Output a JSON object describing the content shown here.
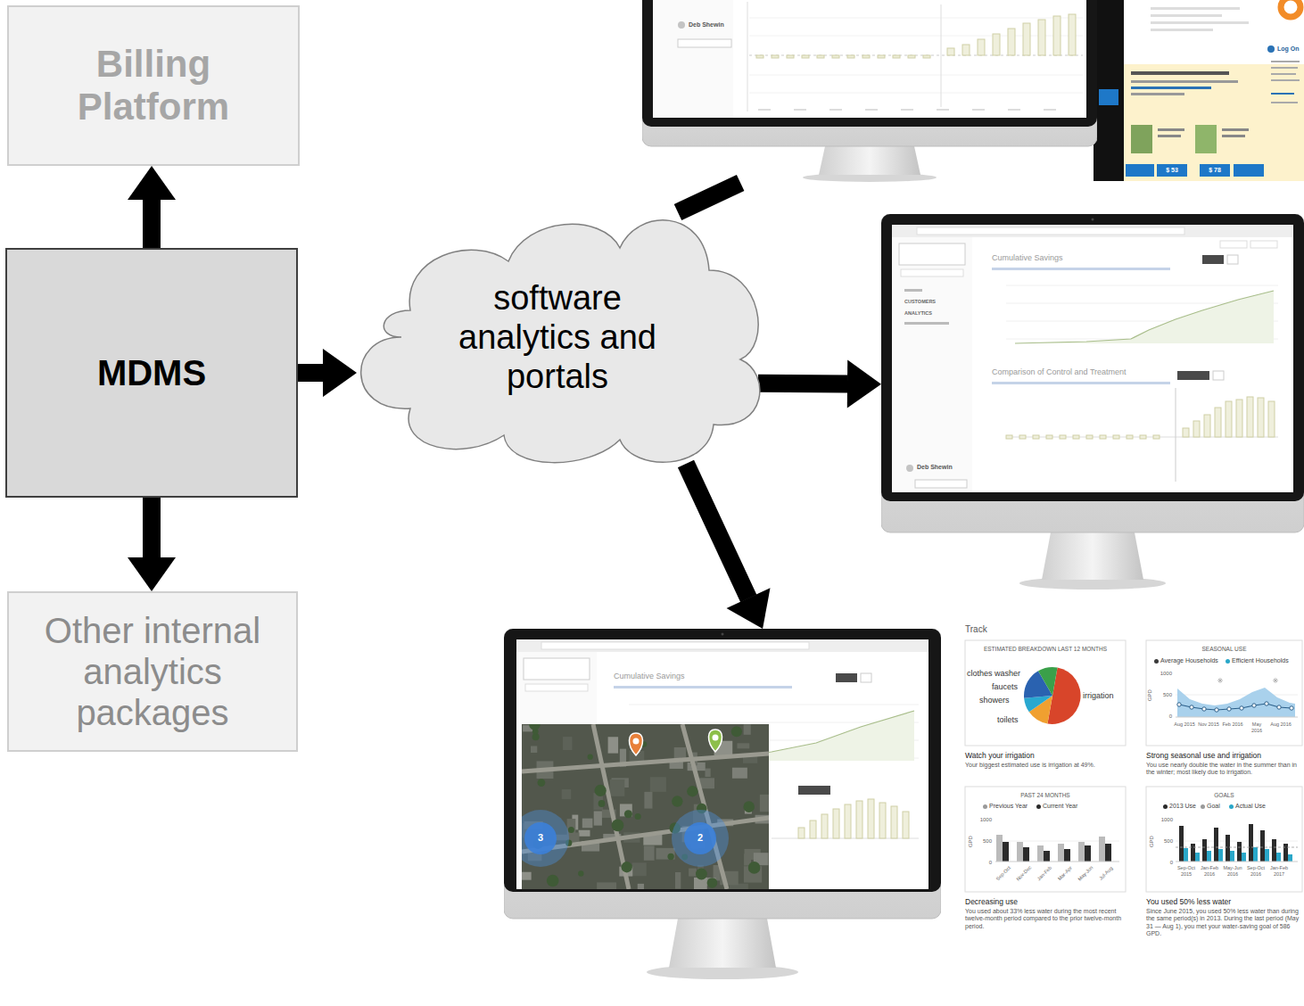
{
  "diagram": {
    "nodes": [
      {
        "text": [
          "Billing Platform"
        ]
      },
      {
        "text": [
          "MDMS"
        ]
      },
      {
        "text": [
          "Other internal analytics packages"
        ]
      },
      {
        "text": [
          "software analytics and portals"
        ]
      },
      {
        "text": [
          "Deb Shewin"
        ]
      },
      {
        "text": [
          "Cumulative Savings",
          "Comparison of Control and Treatment",
          "Deb Shewin"
        ]
      },
      {
        "text": [
          "Cumulative Savings"
        ]
      }
    ],
    "edges": [
      {
        "from": 1,
        "to": 0,
        "arrow": "to"
      },
      {
        "from": 1,
        "to": 2,
        "arrow": "to"
      },
      {
        "from": 1,
        "to": 3,
        "arrow": "to"
      },
      {
        "from": 3,
        "to": 4,
        "arrow": "none"
      },
      {
        "from": 3,
        "to": 5,
        "arrow": "to"
      },
      {
        "from": 3,
        "to": 6,
        "arrow": "to"
      }
    ],
    "labels": [
      "CUSTOMERS",
      "ANALYTICS",
      "Log On",
      "$ 53",
      "$ 78",
      "3",
      "2",
      "Track",
      "ESTIMATED BREAKDOWN LAST 12 MONTHS",
      "clothes washer",
      "faucets",
      "showers",
      "toilets",
      "irrigation",
      "Watch your irrigation",
      "Your biggest estimated use is irrigation at 49%.",
      "SEASONAL USE",
      "1000",
      "500",
      "0",
      "GPD",
      "Aug 2015",
      "Nov 2015",
      "Feb 2016",
      "May 2016",
      "Aug 2016",
      "Strong seasonal use and irrigation",
      "You use nearly double the water in the summer than in the winter; most likely due to irrigation.",
      "PAST 24 MONTHS",
      "1000",
      "500",
      "0",
      "GPD",
      "Sep-Oct",
      "Nov-Dec",
      "Jan-Feb",
      "Mar-Apr",
      "May-Jun",
      "Jul-Aug",
      "Decreasing use",
      "You used about 33% less water during the most recent twelve-month period compared to the prior twelve-month period.",
      "GOALS",
      "1000",
      "500",
      "0",
      "GPD",
      "Sep-Oct 2015",
      "Jan-Feb 2016",
      "May-Jun 2016",
      "Sep-Oct 2016",
      "Jan-Feb 2017",
      "You used 50% less water",
      "Since June 2015, you used 50% less water than during the same period(s) in 2013. During the last period (May 31 — Aug 1), you met your water-saving goal of 586 GPD."
    ],
    "legend": [
      {
        "text": "Average Households",
        "color": "#3a3a3a"
      },
      {
        "text": "Efficient Households",
        "color": "#2aa7c9"
      },
      {
        "text": "Previous Year",
        "color": "#9a9a9a"
      },
      {
        "text": "Current Year",
        "color": "#2b2b2b"
      },
      {
        "text": "2013 Use",
        "color": "#2b2b2b"
      },
      {
        "text": "Goal",
        "color": "#9a9a9a"
      },
      {
        "text": "Actual Use",
        "color": "#2aa7c9"
      }
    ]
  }
}
